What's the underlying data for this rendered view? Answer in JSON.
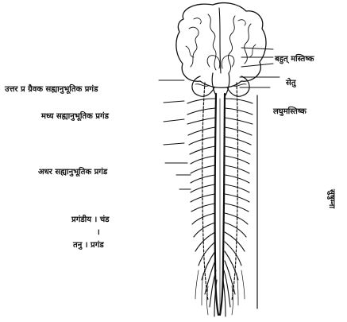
{
  "labels": {
    "left": [
      "उत्तर प्र ग्रैवक सह्यानुभूतिक प्रगंड",
      "मध्य सह्यानुभूतिक प्रगंड",
      "अधर सह्यानुभूतिक प्रगंड",
      "प्रगंडीय । चंड",
      "।",
      "तनु । प्रगंड"
    ],
    "right": [
      "बहुत् मस्तिष्क",
      "सेतु",
      "लघुमस्तिष्क"
    ],
    "vertical": "सुषुम्ना"
  }
}
